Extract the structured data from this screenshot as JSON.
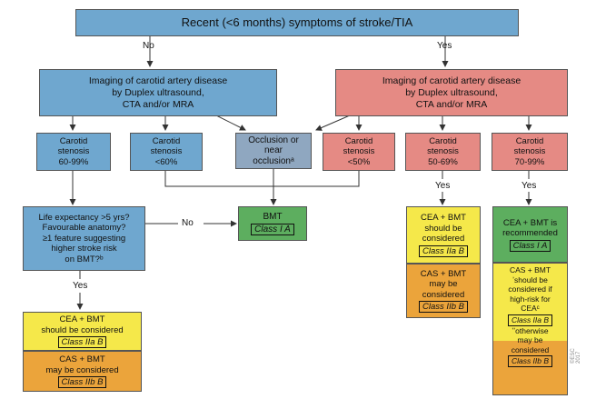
{
  "top": {
    "title": "Recent (<6 months) symptoms of stroke/TIA"
  },
  "branches": {
    "no": "No",
    "yes": "Yes",
    "no_mid": "No",
    "yes_left": "Yes",
    "yes_r1": "Yes",
    "yes_r2": "Yes"
  },
  "imaging_left": {
    "l1": "Imaging of carotid artery disease",
    "l2": "by Duplex ultrasound,",
    "l3": "CTA and/or MRA"
  },
  "imaging_right": {
    "l1": "Imaging of carotid artery disease",
    "l2": "by Duplex ultrasound,",
    "l3": "CTA and/or MRA"
  },
  "stenosis": {
    "b1": {
      "l1": "Carotid",
      "l2": "stenosis",
      "l3": "60-99%"
    },
    "b2": {
      "l1": "Carotid",
      "l2": "stenosis",
      "l3": "<60%"
    },
    "b3": {
      "l1": "Occlusion or",
      "l2": "near",
      "l3": "occlusionᵃ"
    },
    "b4": {
      "l1": "Carotid",
      "l2": "stenosis",
      "l3": "<50%"
    },
    "b5": {
      "l1": "Carotid",
      "l2": "stenosis",
      "l3": "50-69%"
    },
    "b6": {
      "l1": "Carotid",
      "l2": "stenosis",
      "l3": "70-99%"
    }
  },
  "question": {
    "l1": "Life expectancy >5 yrs?",
    "l2": "Favourable anatomy?",
    "l3": "≥1 feature suggesting",
    "l4": "higher stroke risk",
    "l5": "on BMT?ᵇ"
  },
  "bmt": {
    "title": "BMT",
    "cls": "Class I A"
  },
  "left_rec": {
    "cea": {
      "l1": "CEA + BMT",
      "l2": "should be considered",
      "cls": "Class IIa B"
    },
    "cas": {
      "l1": "CAS + BMT",
      "l2": "may be considered",
      "cls": "Class IIb B"
    }
  },
  "mid_rec": {
    "cea": {
      "l1": "CEA + BMT",
      "l2": "should be",
      "l3": "considered",
      "cls": "Class IIa B"
    },
    "cas": {
      "l1": "CAS + BMT",
      "l2": "may be",
      "l3": "considered",
      "cls": "Class IIb B"
    }
  },
  "right_rec": {
    "cea": {
      "l1": "CEA + BMT is",
      "l2": "recommended",
      "cls": "Class I A"
    },
    "cas": {
      "l1": "CAS + BMT",
      "l2": "ʼshould be",
      "l3": "considered if",
      "l4": "high-risk for",
      "l5": "CEAᶜ",
      "cls1": "Class IIa B",
      "l6": "ʼʼotherwise",
      "l7": "may be",
      "l8": "considered",
      "cls2": "Class IIb B"
    }
  },
  "watermark": "©ESC 2017",
  "colors": {
    "blue": "#6fa7cf",
    "salmon": "#e58a84",
    "green": "#5dae5f",
    "yellow": "#f5e84a",
    "orange": "#eba43b"
  }
}
